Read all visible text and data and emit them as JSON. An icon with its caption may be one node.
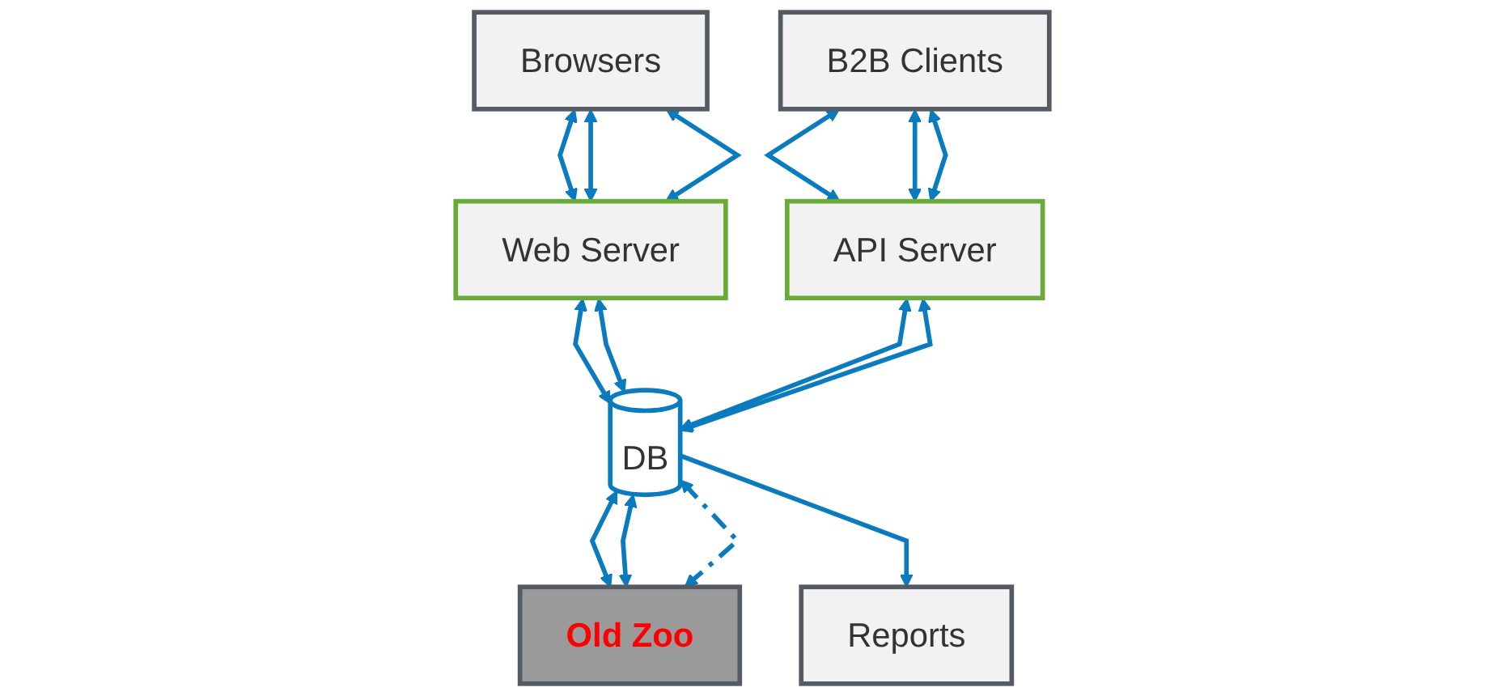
{
  "diagram": {
    "nodes": [
      {
        "text": [
          "Browsers"
        ]
      },
      {
        "text": [
          "B2B Clients"
        ]
      },
      {
        "text": [
          "Old Zoo"
        ]
      },
      {
        "text": [
          "Web Server"
        ]
      },
      {
        "text": [
          "API Server"
        ]
      },
      {
        "text": [
          "Reports"
        ]
      },
      {
        "text": [
          "DB"
        ]
      }
    ],
    "edges": [
      {
        "from": 0,
        "to": 3,
        "arrow": "both"
      },
      {
        "from": 0,
        "to": 3,
        "arrow": "both"
      },
      {
        "from": 0,
        "to": 3,
        "arrow": "both"
      },
      {
        "from": 1,
        "to": 4,
        "arrow": "both"
      },
      {
        "from": 1,
        "to": 4,
        "arrow": "both"
      },
      {
        "from": 1,
        "to": 4,
        "arrow": "both"
      },
      {
        "from": 3,
        "to": 6,
        "arrow": "both"
      },
      {
        "from": 3,
        "to": 6,
        "arrow": "both"
      },
      {
        "from": 4,
        "to": 6,
        "arrow": "both"
      },
      {
        "from": 4,
        "to": 6,
        "arrow": "both"
      },
      {
        "from": 6,
        "to": 2,
        "arrow": "both"
      },
      {
        "from": 6,
        "to": 2,
        "arrow": "both"
      },
      {
        "from": 6,
        "to": 2,
        "arrow": "both",
        "style": "dashed"
      },
      {
        "from": 6,
        "to": 5,
        "arrow": "to"
      }
    ]
  }
}
